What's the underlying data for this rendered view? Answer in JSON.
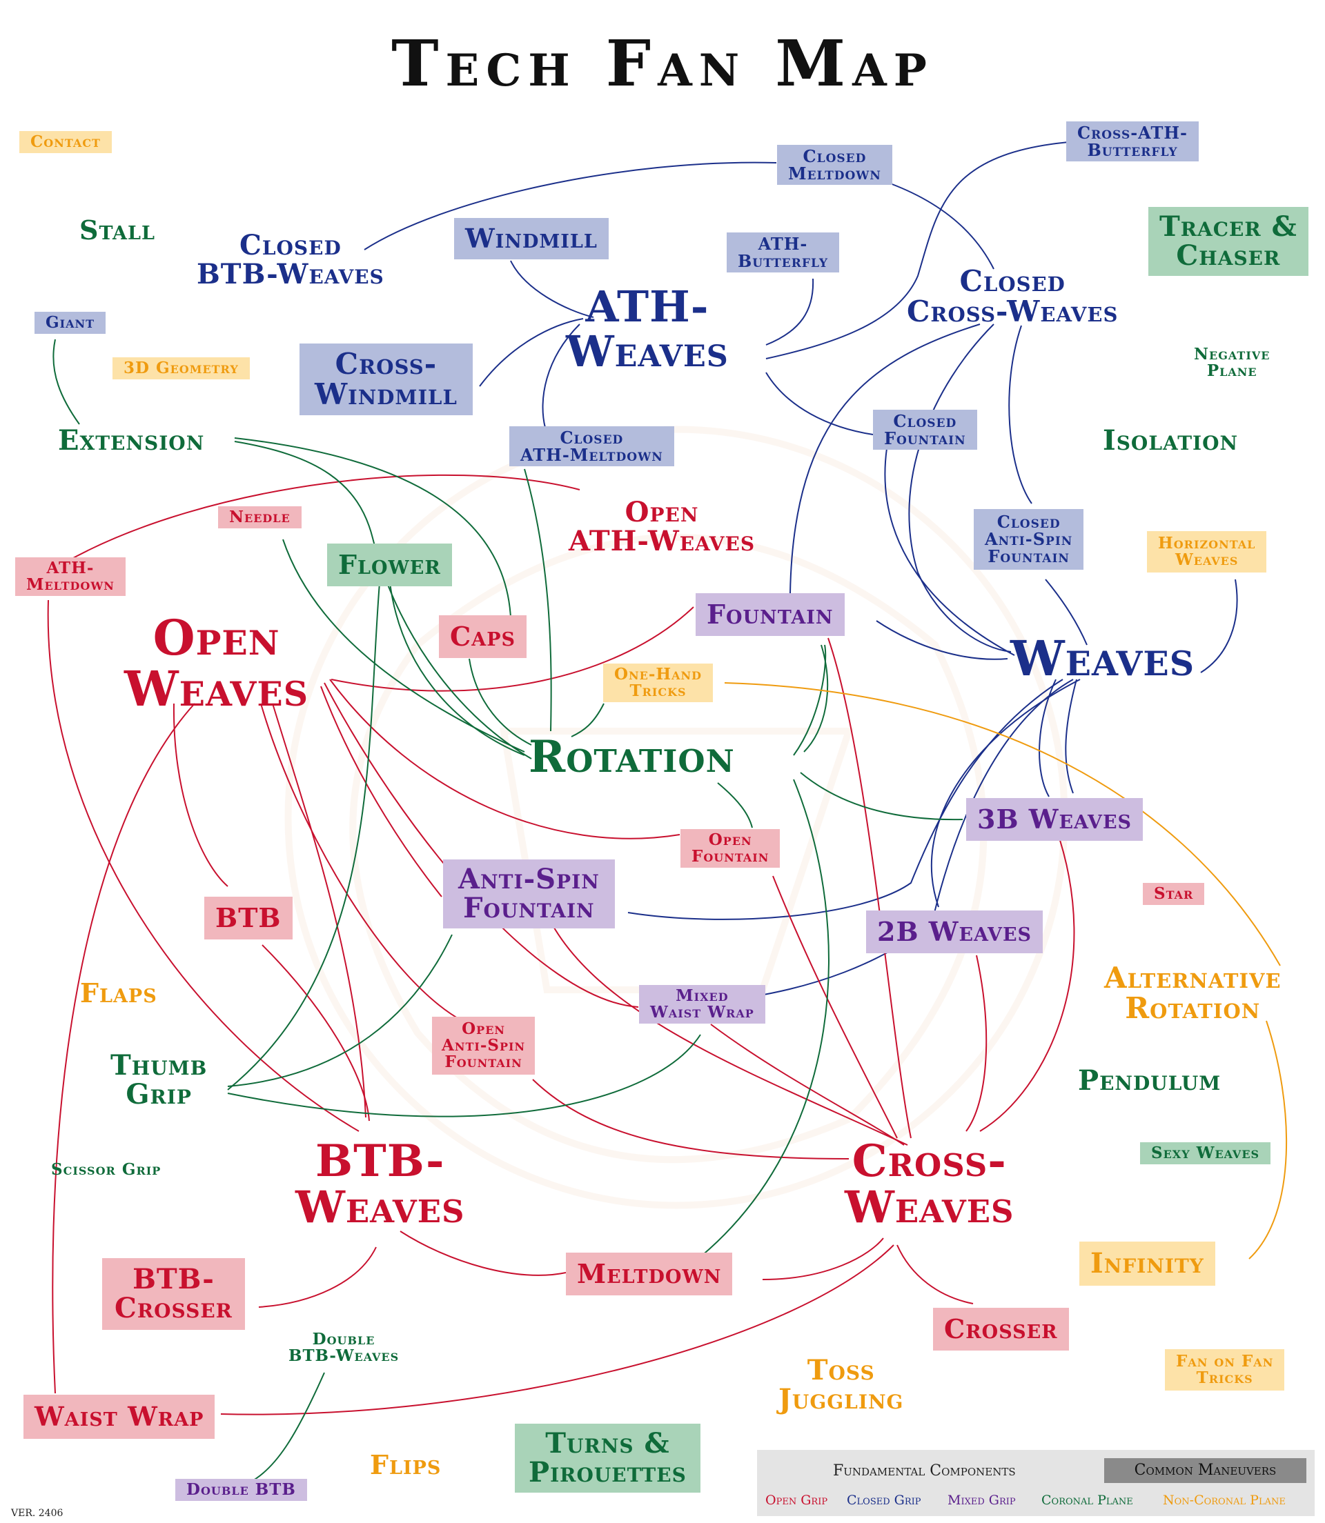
{
  "title": "Tech Fan Map",
  "version": "VER. 2406",
  "colors": {
    "open": "#c8102e",
    "open_bg": "#f1b7bd",
    "closed": "#1b2f8a",
    "closed_bg": "#b3bcdc",
    "mixed": "#5a1f8c",
    "mixed_bg": "#cdbde0",
    "coronal": "#0f6b3a",
    "coronal_bg": "#a9d3b8",
    "noncoronal": "#ef9b0f",
    "noncoronal_bg": "#fde2a8"
  },
  "nodes": {
    "contact": "Contact",
    "stall": "Stall",
    "closed_btb_weaves": "Closed\nBTB-Weaves",
    "windmill": "Windmill",
    "closed_meltdown": "Closed\nMeltdown",
    "ath_butterfly": "ATH-\nButterfly",
    "cross_ath_butterfly": "Cross-ATH-\nButterfly",
    "tracer_chaser": "Tracer &\nChaser",
    "giant": "Giant",
    "geometry_3d": "3D Geometry",
    "ath_weaves": "ATH-\nWeaves",
    "closed_cross_weaves": "Closed\nCross-Weaves",
    "negative_plane": "Negative\nPlane",
    "cross_windmill": "Cross-\nWindmill",
    "extension": "Extension",
    "closed_ath_meltdown": "Closed\nATH-Meltdown",
    "closed_fountain": "Closed\nFountain",
    "isolation": "Isolation",
    "needle": "Needle",
    "open_ath_weaves": "Open\nATH-Weaves",
    "ath_meltdown": "ATH-\nMeltdown",
    "flower": "Flower",
    "closed_anti_spin_fountain": "Closed\nAnti-Spin\nFountain",
    "horizontal_weaves": "Horizontal\nWeaves",
    "open_weaves": "Open\nWeaves",
    "caps": "Caps",
    "fountain": "Fountain",
    "weaves": "Weaves",
    "one_hand_tricks": "One-Hand\nTricks",
    "rotation": "Rotation",
    "weaves_3b": "3B Weaves",
    "open_fountain": "Open\nFountain",
    "anti_spin_fountain": "Anti-Spin\nFountain",
    "star": "Star",
    "btb": "BTB",
    "weaves_2b": "2B Weaves",
    "flaps": "Flaps",
    "alternative_rotation": "Alternative\nRotation",
    "mixed_waist_wrap": "Mixed\nWaist Wrap",
    "open_anti_spin_fountain": "Open\nAnti-Spin\nFountain",
    "thumb_grip": "Thumb\nGrip",
    "pendulum": "Pendulum",
    "scissor_grip": "Scissor Grip",
    "sexy_weaves": "Sexy Weaves",
    "btb_weaves": "BTB-\nWeaves",
    "cross_weaves": "Cross-\nWeaves",
    "meltdown": "Meltdown",
    "infinity": "Infinity",
    "btb_crosser": "BTB-\nCrosser",
    "crosser": "Crosser",
    "double_btb_weaves": "Double\nBTB-Weaves",
    "toss_juggling": "Toss\nJuggling",
    "fan_on_fan_tricks": "Fan on Fan\nTricks",
    "waist_wrap": "Waist Wrap",
    "turns_pirouettes": "Turns &\nPirouettes",
    "flips": "Flips",
    "double_btb": "Double BTB"
  },
  "legend": {
    "fundamental": "Fundamental Components",
    "common": "Common Maneuvers",
    "open": "Open Grip",
    "closed": "Closed Grip",
    "mixed": "Mixed Grip",
    "coronal": "Coronal Plane",
    "noncoronal": "Non-Coronal Plane"
  }
}
